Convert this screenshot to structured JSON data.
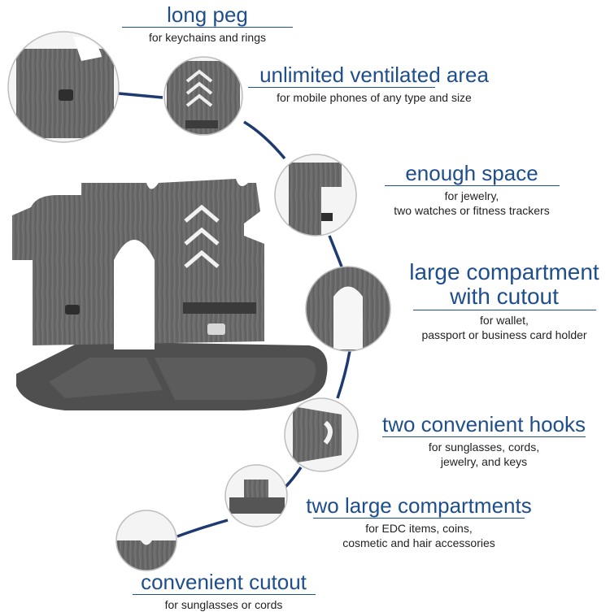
{
  "colors": {
    "accent": "#1f4e8c",
    "wood": "#6e6e6e",
    "wood_dark": "#4a4a4a",
    "wood_light": "#8e8e8e"
  },
  "features": [
    {
      "title": "long peg",
      "subtitle": "for keychains and rings"
    },
    {
      "title": "unlimited ventilated area",
      "subtitle": "for mobile phones of any type and size"
    },
    {
      "title": "enough space",
      "subtitle_lines": [
        "for jewelry,",
        "two watches or fitness trackers"
      ]
    },
    {
      "title_lines": [
        "large compartment",
        "with cutout"
      ],
      "subtitle_lines": [
        "for wallet,",
        "passport or business card holder"
      ]
    },
    {
      "title": "two convenient hooks",
      "subtitle_lines": [
        "for sunglasses, cords,",
        "jewelry, and keys"
      ]
    },
    {
      "title": "two large compartments",
      "subtitle_lines": [
        "for EDC items, coins,",
        "cosmetic and hair accessories"
      ]
    },
    {
      "title": "convenient cutout",
      "subtitle": "for sunglasses or cords"
    }
  ]
}
